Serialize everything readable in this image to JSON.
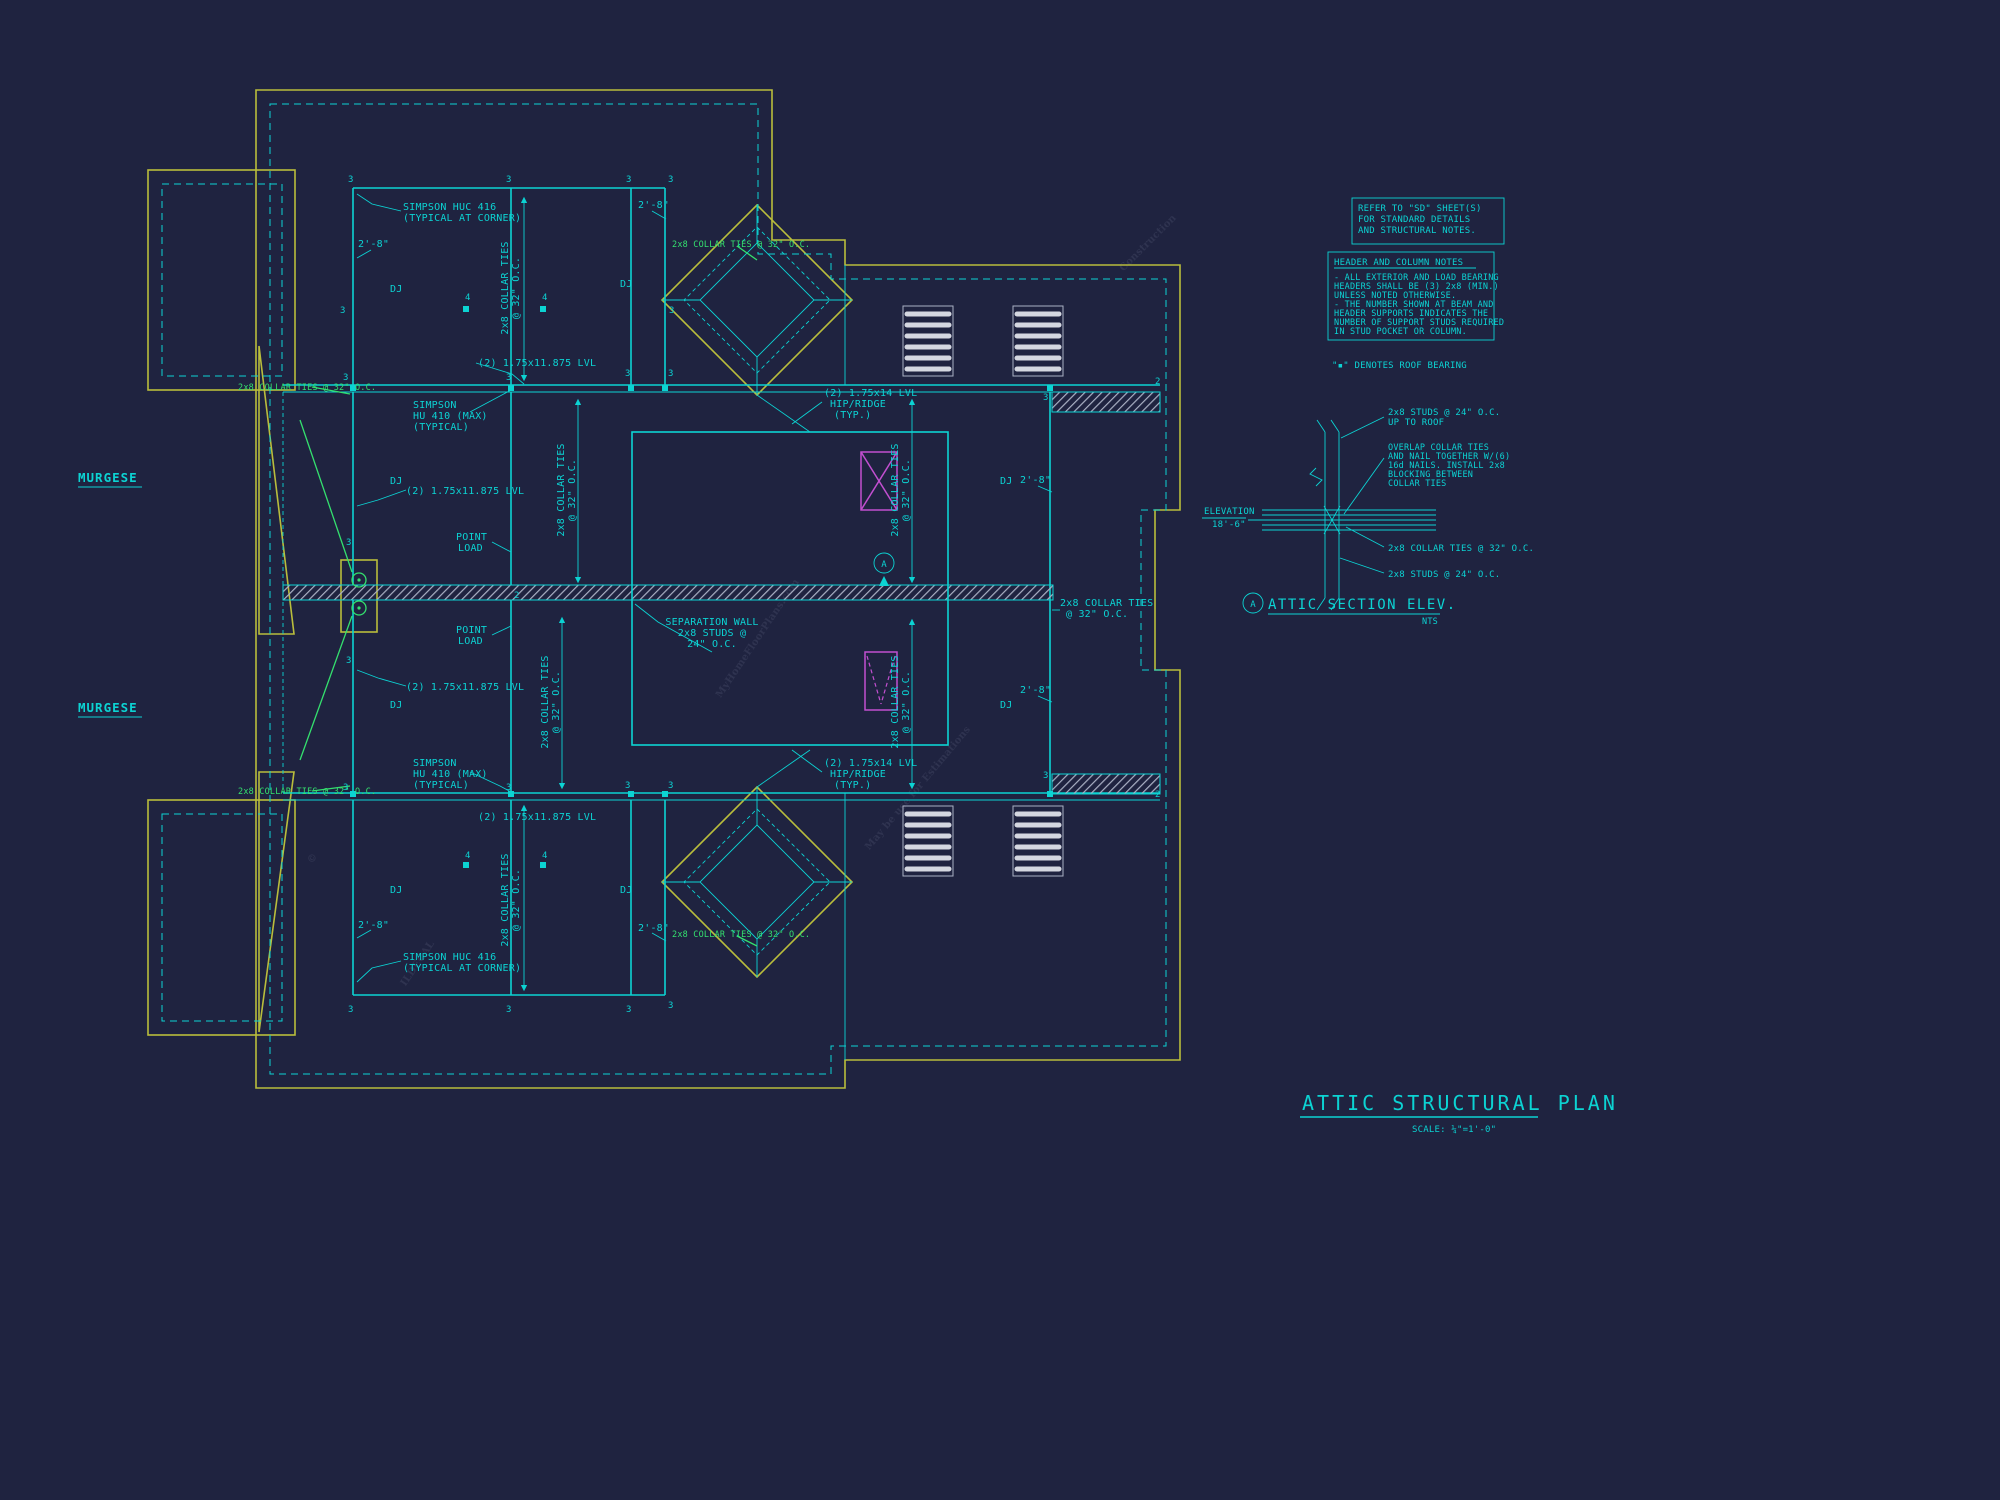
{
  "sheet": {
    "title": "ATTIC STRUCTURAL PLAN",
    "scale": "SCALE: ¼\"=1'-0\""
  },
  "margin": {
    "murgese": "MURGESE"
  },
  "notes": {
    "refer": [
      "REFER TO \"SD\" SHEET(S)",
      "FOR STANDARD DETAILS",
      "AND STRUCTURAL NOTES."
    ],
    "header_title": "HEADER AND COLUMN NOTES",
    "header_lines": [
      "- ALL EXTERIOR AND LOAD BEARING",
      "HEADERS SHALL BE (3) 2x8 (MIN.)",
      "UNLESS NOTED OTHERWISE.",
      "- THE NUMBER SHOWN AT BEAM AND",
      "HEADER SUPPORTS INDICATES THE",
      "NUMBER OF SUPPORT STUDS REQUIRED",
      "IN STUD POCKET OR COLUMN."
    ],
    "roof_bearing": "\"▪\" DENOTES ROOF BEARING"
  },
  "plan": {
    "simpson_huc": [
      "SIMPSON HUC 416",
      "(TYPICAL AT CORNER)"
    ],
    "simpson_hu": [
      "SIMPSON",
      "HU 410 (MAX)",
      "(TYPICAL)"
    ],
    "collar_ties": [
      "2x8 COLLAR TIES",
      "@ 32\" O.C."
    ],
    "collar_ties_inline": "2x8 COLLAR TIES @ 32\" O.C.",
    "lvl_11875": "(2) 1.75x11.875 LVL",
    "lvl_14": [
      "(2) 1.75x14 LVL",
      "HIP/RIDGE",
      "(TYP.)"
    ],
    "point_load": [
      "POINT",
      "LOAD"
    ],
    "separation_wall": [
      "SEPARATION WALL",
      "2x8 STUDS @",
      "24\" O.C."
    ],
    "dj": "DJ",
    "dim_2_8": "2'-8\"",
    "num2": "2",
    "num3": "3",
    "num4": "4",
    "section_marker": "A"
  },
  "section": {
    "marker": "A",
    "title": "ATTIC SECTION ELEV.",
    "nts": "NTS",
    "elevation": [
      "ELEVATION",
      "18'-6\""
    ],
    "studs_up": [
      "2x8 STUDS @ 24\" O.C.",
      "UP TO ROOF"
    ],
    "overlap": [
      "OVERLAP COLLAR TIES",
      "AND NAIL TOGETHER W/(6)",
      "16d NAILS. INSTALL 2x8",
      "BLOCKING BETWEEN",
      "COLLAR TIES"
    ],
    "collar_ties": "2x8 COLLAR TIES @ 32\" O.C.",
    "studs": "2x8 STUDS @ 24\" O.C."
  },
  "watermark": {
    "line1": "MyHomeFloorPlans.com",
    "line2": "May be use for Estimations",
    "line3": "ILDECAL",
    "line4": "Construction",
    "copyright": "©"
  },
  "colors": {
    "background": "#1f2340",
    "cyan": "#0cd3d3",
    "yellow": "#b9bd3c",
    "green": "#34e06e",
    "magenta": "#c24fd0",
    "gray": "#d4d7e0"
  }
}
